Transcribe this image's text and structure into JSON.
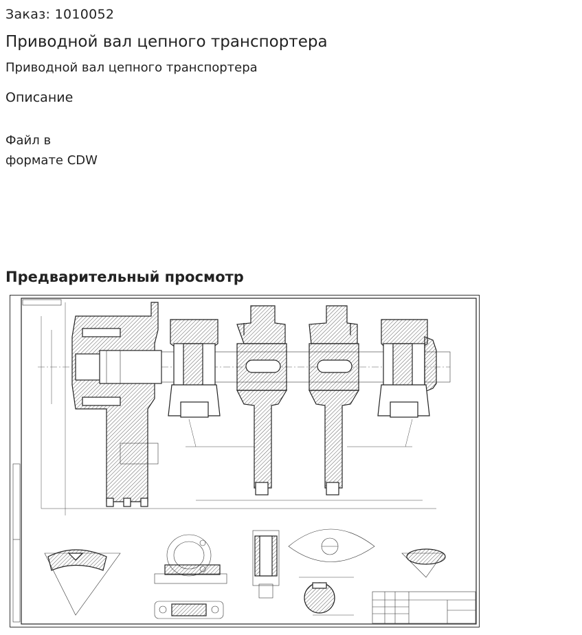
{
  "order": {
    "text": "Заказ: 1010052"
  },
  "product": {
    "title": "Приводной вал цепного транспортера",
    "subtitle": "Приводной вал цепного транспортера"
  },
  "description": {
    "heading": "Описание"
  },
  "file_info": {
    "line1": "Файл в",
    "line2": "формате CDW"
  },
  "preview": {
    "heading": "Предварительный просмотр"
  }
}
